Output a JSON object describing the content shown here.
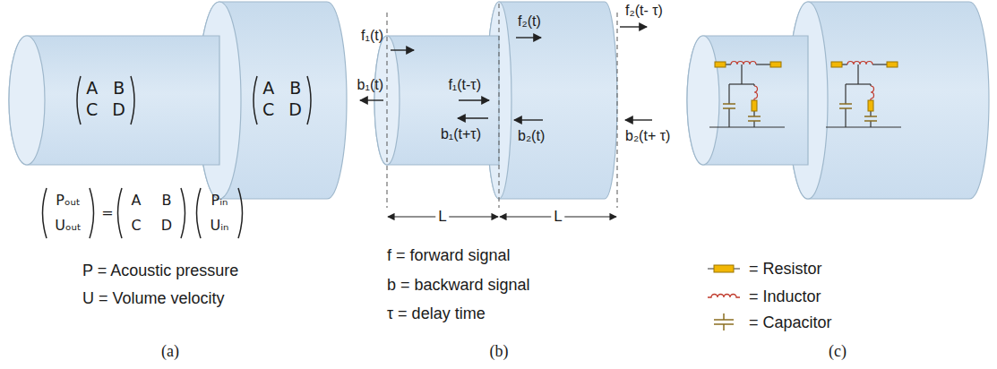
{
  "diagram": {
    "nodes": [
      {
        "text": [
          "A",
          "B",
          "C",
          "D"
        ]
      },
      {
        "text": [
          "A",
          "B",
          "C",
          "D"
        ]
      }
    ],
    "labels": [
      "Pₒᵤₜ",
      "Uₒᵤₜ",
      "=",
      "A",
      "B",
      "C",
      "D",
      "Pᵢₙ",
      "Uᵢₙ",
      "P = Acoustic pressure",
      "U = Volume velocity",
      "(a)",
      "f₁(t)",
      "b₁(t)",
      "f₁(t-τ)",
      "b₁(t+τ)",
      "f₂(t)",
      "b₂(t)",
      "f₂(t- τ)",
      "b₂(t+ τ)",
      "L",
      "L",
      "f = forward signal",
      "b = backward signal",
      "τ = delay time",
      "(b)",
      "(c)"
    ],
    "legend": [
      {
        "text": "= Resistor"
      },
      {
        "text": "= Inductor"
      },
      {
        "text": "= Capacitor"
      }
    ]
  }
}
